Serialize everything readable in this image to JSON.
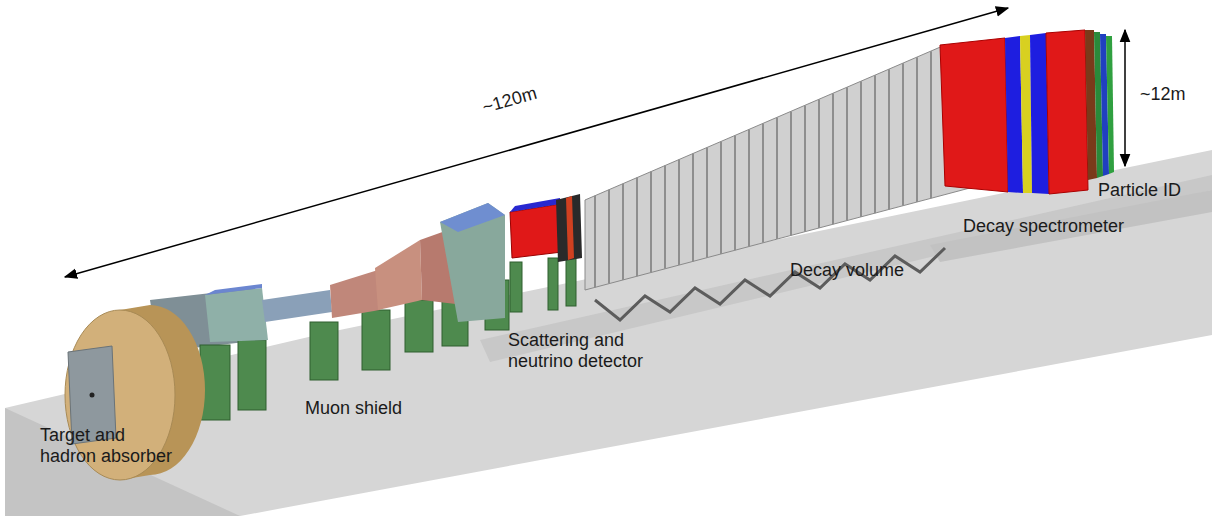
{
  "diagram": {
    "labels": [
      "~120m",
      "~12m",
      "Target and hadron absorber",
      "Muon shield",
      "Scattering and neutrino detector",
      "Decay volume",
      "Decay spectrometer",
      "Particle ID"
    ]
  }
}
